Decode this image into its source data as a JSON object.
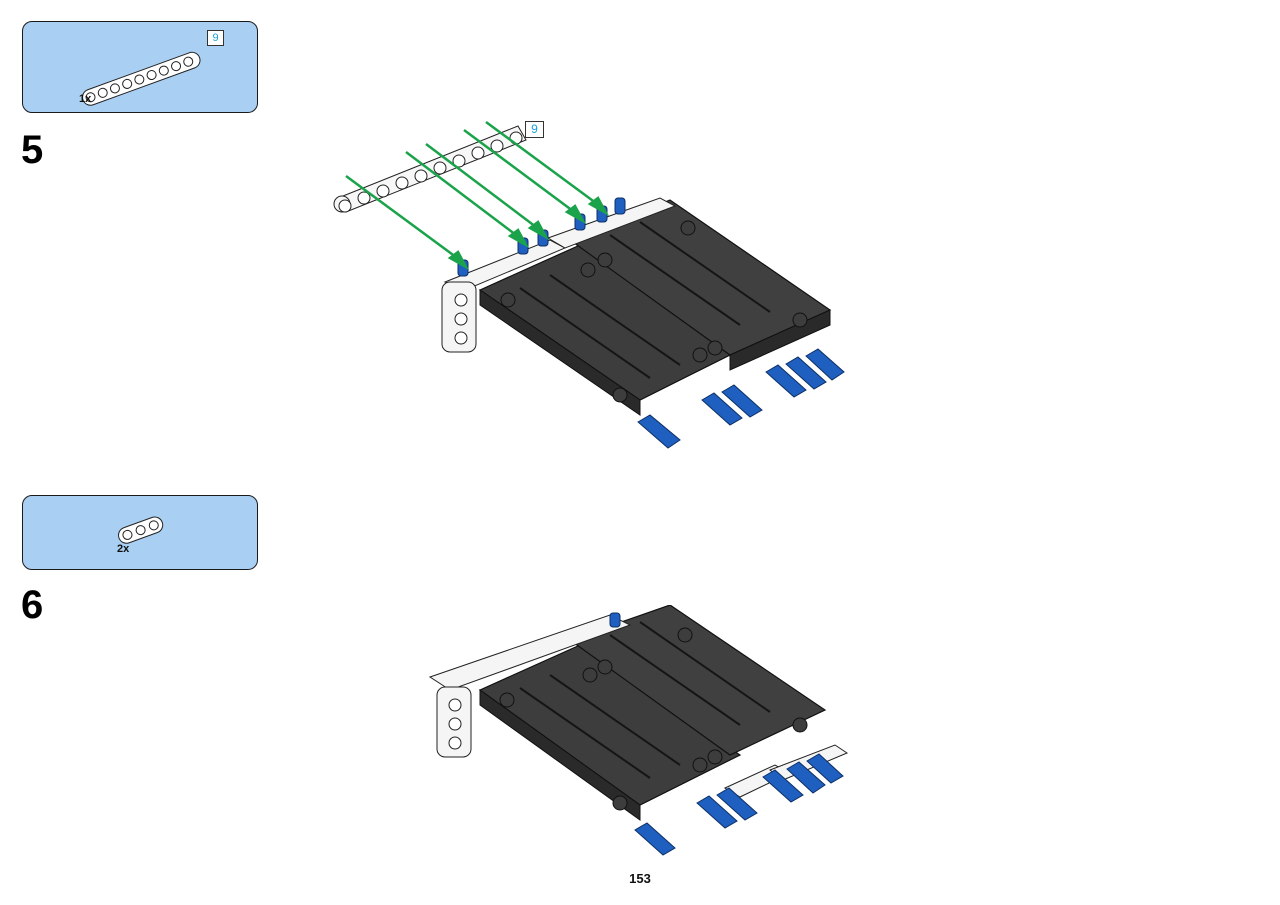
{
  "page": {
    "number": "153"
  },
  "steps": [
    {
      "step_number": "5",
      "parts": [
        {
          "quantity": "1x",
          "part": "beam",
          "length_badge": "9"
        }
      ],
      "callout_length_badge": "9"
    },
    {
      "step_number": "6",
      "parts": [
        {
          "quantity": "2x",
          "part": "beam"
        }
      ]
    }
  ],
  "colors": {
    "parts_box_background": "#a9d0f2",
    "arrow_green": "#1aa34a",
    "pin_blue": "#1f5fbf",
    "panel_dark": "#3b3b3b",
    "badge_text": "#1aa0d8"
  },
  "icons": {
    "beam": "white-studless-beam",
    "pin": "blue-axle-pin",
    "panel": "dark-grey-flat-panel",
    "arrow": "green-insert-arrow"
  }
}
